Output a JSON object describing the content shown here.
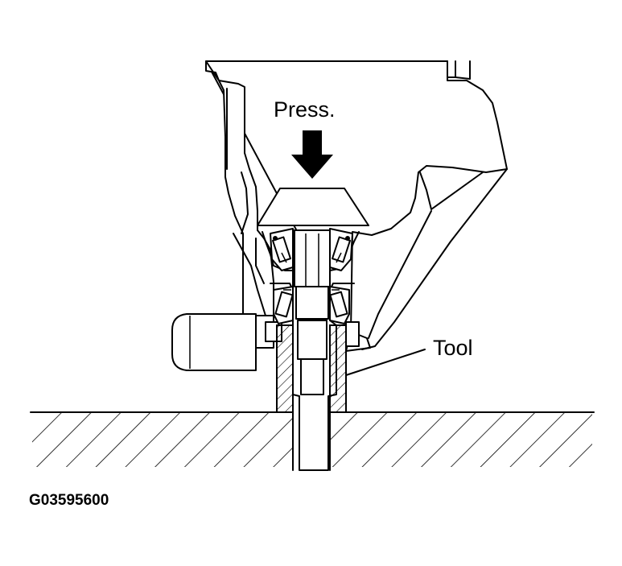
{
  "labels": {
    "press": "Press.",
    "tool": "Tool",
    "figure_code": "G03595600"
  },
  "colors": {
    "ink": "#000000",
    "paper": "#ffffff"
  }
}
